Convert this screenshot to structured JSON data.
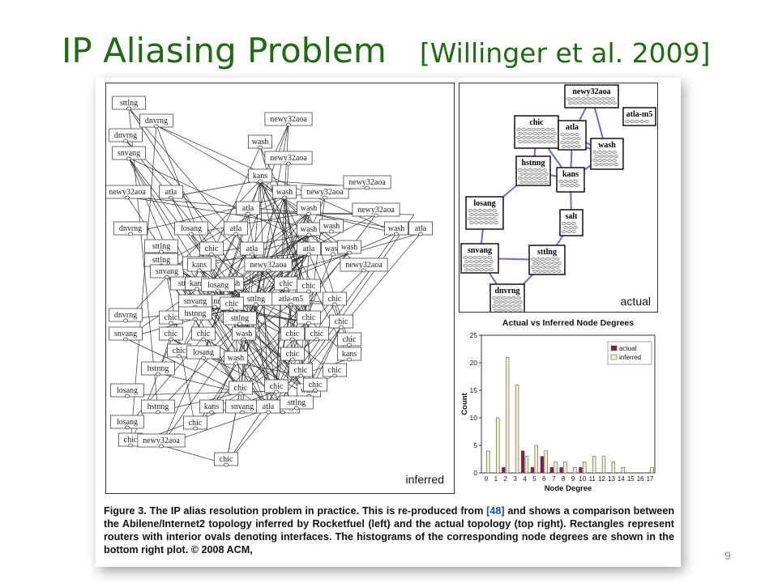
{
  "slide": {
    "title": "IP Aliasing Problem",
    "citation": "[Willinger et al. 2009]",
    "page_number": "9"
  },
  "inferred_panel": {
    "label": "inferred",
    "nodes": [
      "sttlng",
      "dnvrng",
      "dnvrng",
      "snvang",
      "newy32aoa",
      "atla",
      "dnvrng",
      "sttlng",
      "sttlng",
      "snvang",
      "dnvrng",
      "snvang",
      "hstnng",
      "losang",
      "hstnng",
      "losang",
      "chic",
      "chic",
      "newy32aoa",
      "wash",
      "newy32aoa",
      "kans",
      "wash",
      "newy32aoa",
      "wash",
      "newy32aoa",
      "atla",
      "atla",
      "wash",
      "wash",
      "losang",
      "chic",
      "atla",
      "atla",
      "wash",
      "wash",
      "sttlng",
      "kans",
      "newy32aoa",
      "newy32aoa",
      "sttlng",
      "hstnng",
      "wash",
      "sttlng",
      "atla-m5",
      "chic",
      "chic",
      "chic",
      "chic",
      "chic",
      "chic",
      "kans",
      "kans",
      "chic",
      "chic",
      "chic",
      "chic",
      "losang",
      "wash",
      "chic",
      "chic",
      "chic",
      "chic",
      "losang",
      "snvang",
      "newy32aoa",
      "chic",
      "kans",
      "chic",
      "wash",
      "atla",
      "sttlng",
      "losang",
      "snvang",
      "hstnng",
      "chic",
      "chic",
      "wash",
      "sttlng",
      "chic",
      "newy32aoa",
      "wash",
      "atla",
      "chic"
    ]
  },
  "actual_panel": {
    "label": "actual",
    "nodes": [
      "newy32aoa",
      "atla-m5",
      "chic",
      "atla",
      "wash",
      "hstnng",
      "kans",
      "losang",
      "salt",
      "snvang",
      "sttlng",
      "dnvrng"
    ]
  },
  "chart_data": {
    "type": "bar",
    "title": "Actual vs Inferred Node Degrees",
    "xlabel": "Node Degree",
    "ylabel": "Count",
    "categories": [
      "0",
      "1",
      "2",
      "3",
      "4",
      "5",
      "6",
      "7",
      "8",
      "9",
      "10",
      "11",
      "12",
      "13",
      "14",
      "15",
      "16",
      "17"
    ],
    "ylim": [
      0,
      25
    ],
    "yticks": [
      "0",
      "5",
      "10",
      "15",
      "20",
      "25"
    ],
    "legend_position": "top-right",
    "series": [
      {
        "name": "actual",
        "color": "#8b1a4a",
        "values": [
          0,
          0,
          1,
          0,
          4,
          1,
          3,
          1,
          1,
          0,
          1,
          0,
          0,
          0,
          0,
          0,
          0,
          0
        ]
      },
      {
        "name": "inferred",
        "color": "#f0f0c8",
        "values": [
          4,
          10,
          21,
          16,
          3,
          5,
          4,
          2,
          2,
          1,
          2,
          3,
          3,
          2,
          1,
          0,
          0,
          1
        ]
      }
    ]
  },
  "caption": {
    "lead": "Figure 3. The IP alias resolution problem in practice. This is re-produced from",
    "ref": "[48]",
    "body": "and shows a comparison between the Abilene/Internet2 topology inferred by Rocketfuel (left) and the actual topology (top right). Rectangles represent routers with interior ovals denoting interfaces. The histograms of the corresponding node degrees are shown in the bottom right plot. © 2008 ACM,"
  }
}
